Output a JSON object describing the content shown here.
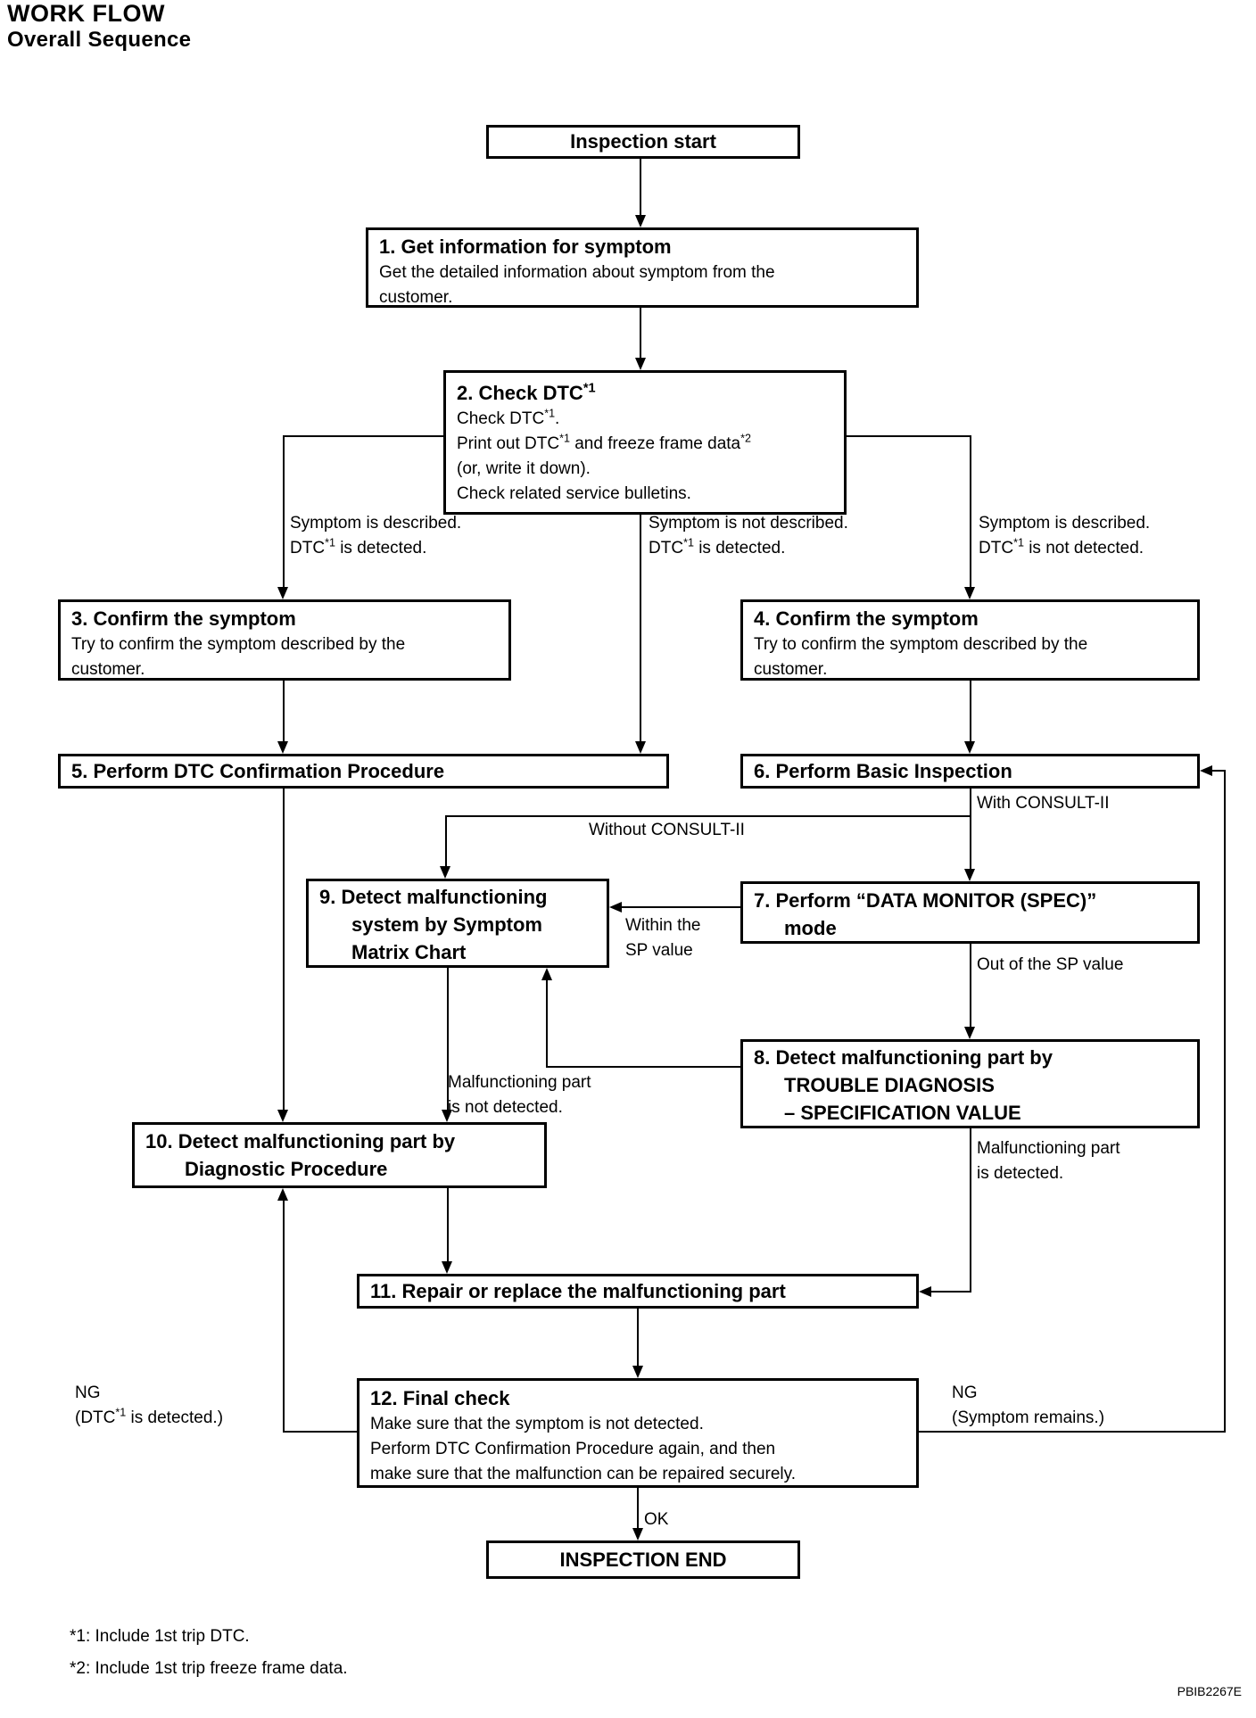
{
  "header": {
    "title": "WORK FLOW",
    "subtitle": "Overall Sequence"
  },
  "flow": {
    "start_label": "Inspection start",
    "end_label": "INSPECTION END",
    "boxes": {
      "b1": {
        "title": "1. Get information for symptom",
        "lines": [
          "Get the detailed information about symptom from the",
          "customer."
        ]
      },
      "b2": {
        "title": "2. Check DTC*1",
        "lines": [
          "Check DTC*1.",
          "Print out DTC*1 and freeze frame data*2",
          "(or, write it down).",
          "Check related service bulletins."
        ]
      },
      "b3": {
        "title": "3. Confirm the symptom",
        "lines": [
          "Try to confirm the symptom described by the",
          "customer."
        ]
      },
      "b4": {
        "title": "4. Confirm the symptom",
        "lines": [
          "Try to confirm the symptom described by the",
          "customer."
        ]
      },
      "b5": {
        "title": "5. Perform DTC Confirmation Procedure"
      },
      "b6": {
        "title": "6. Perform Basic Inspection"
      },
      "b7": {
        "lines": [
          "7. Perform “DATA MONITOR (SPEC)”",
          "mode"
        ]
      },
      "b8": {
        "lines": [
          "8. Detect malfunctioning part by",
          "TROUBLE DIAGNOSIS",
          "– SPECIFICATION VALUE"
        ]
      },
      "b9": {
        "lines": [
          "9. Detect malfunctioning",
          "system by Symptom",
          "Matrix Chart"
        ]
      },
      "b10": {
        "lines": [
          "10. Detect malfunctioning part by",
          "Diagnostic Procedure"
        ]
      },
      "b11": {
        "title": "11. Repair or replace the malfunctioning part"
      },
      "b12": {
        "title": "12. Final check",
        "lines": [
          "Make sure that the symptom is not detected.",
          "Perform DTC Confirmation Procedure again, and then",
          "make sure that the malfunction can be repaired securely."
        ]
      }
    },
    "labels": {
      "branch_left": [
        "Symptom is described.",
        "DTC*1 is detected."
      ],
      "branch_mid": [
        "Symptom is not described.",
        "DTC*1 is detected."
      ],
      "branch_right": [
        "Symptom is described.",
        "DTC*1 is not detected."
      ],
      "without_consult": "Without CONSULT-II",
      "with_consult": "With CONSULT-II",
      "within_sp": [
        "Within the",
        "SP value"
      ],
      "out_sp": "Out of the SP value",
      "part_not_detected": [
        "Malfunctioning part",
        "is not detected."
      ],
      "part_detected": [
        "Malfunctioning part",
        "is detected."
      ],
      "ng_left": [
        "NG",
        "(DTC*1 is detected.)"
      ],
      "ng_right": [
        "NG",
        "(Symptom remains.)"
      ],
      "ok": "OK"
    }
  },
  "footnotes": [
    "*1: Include 1st trip DTC.",
    "*2: Include 1st trip freeze frame data."
  ],
  "figure_code": "PBIB2267E"
}
